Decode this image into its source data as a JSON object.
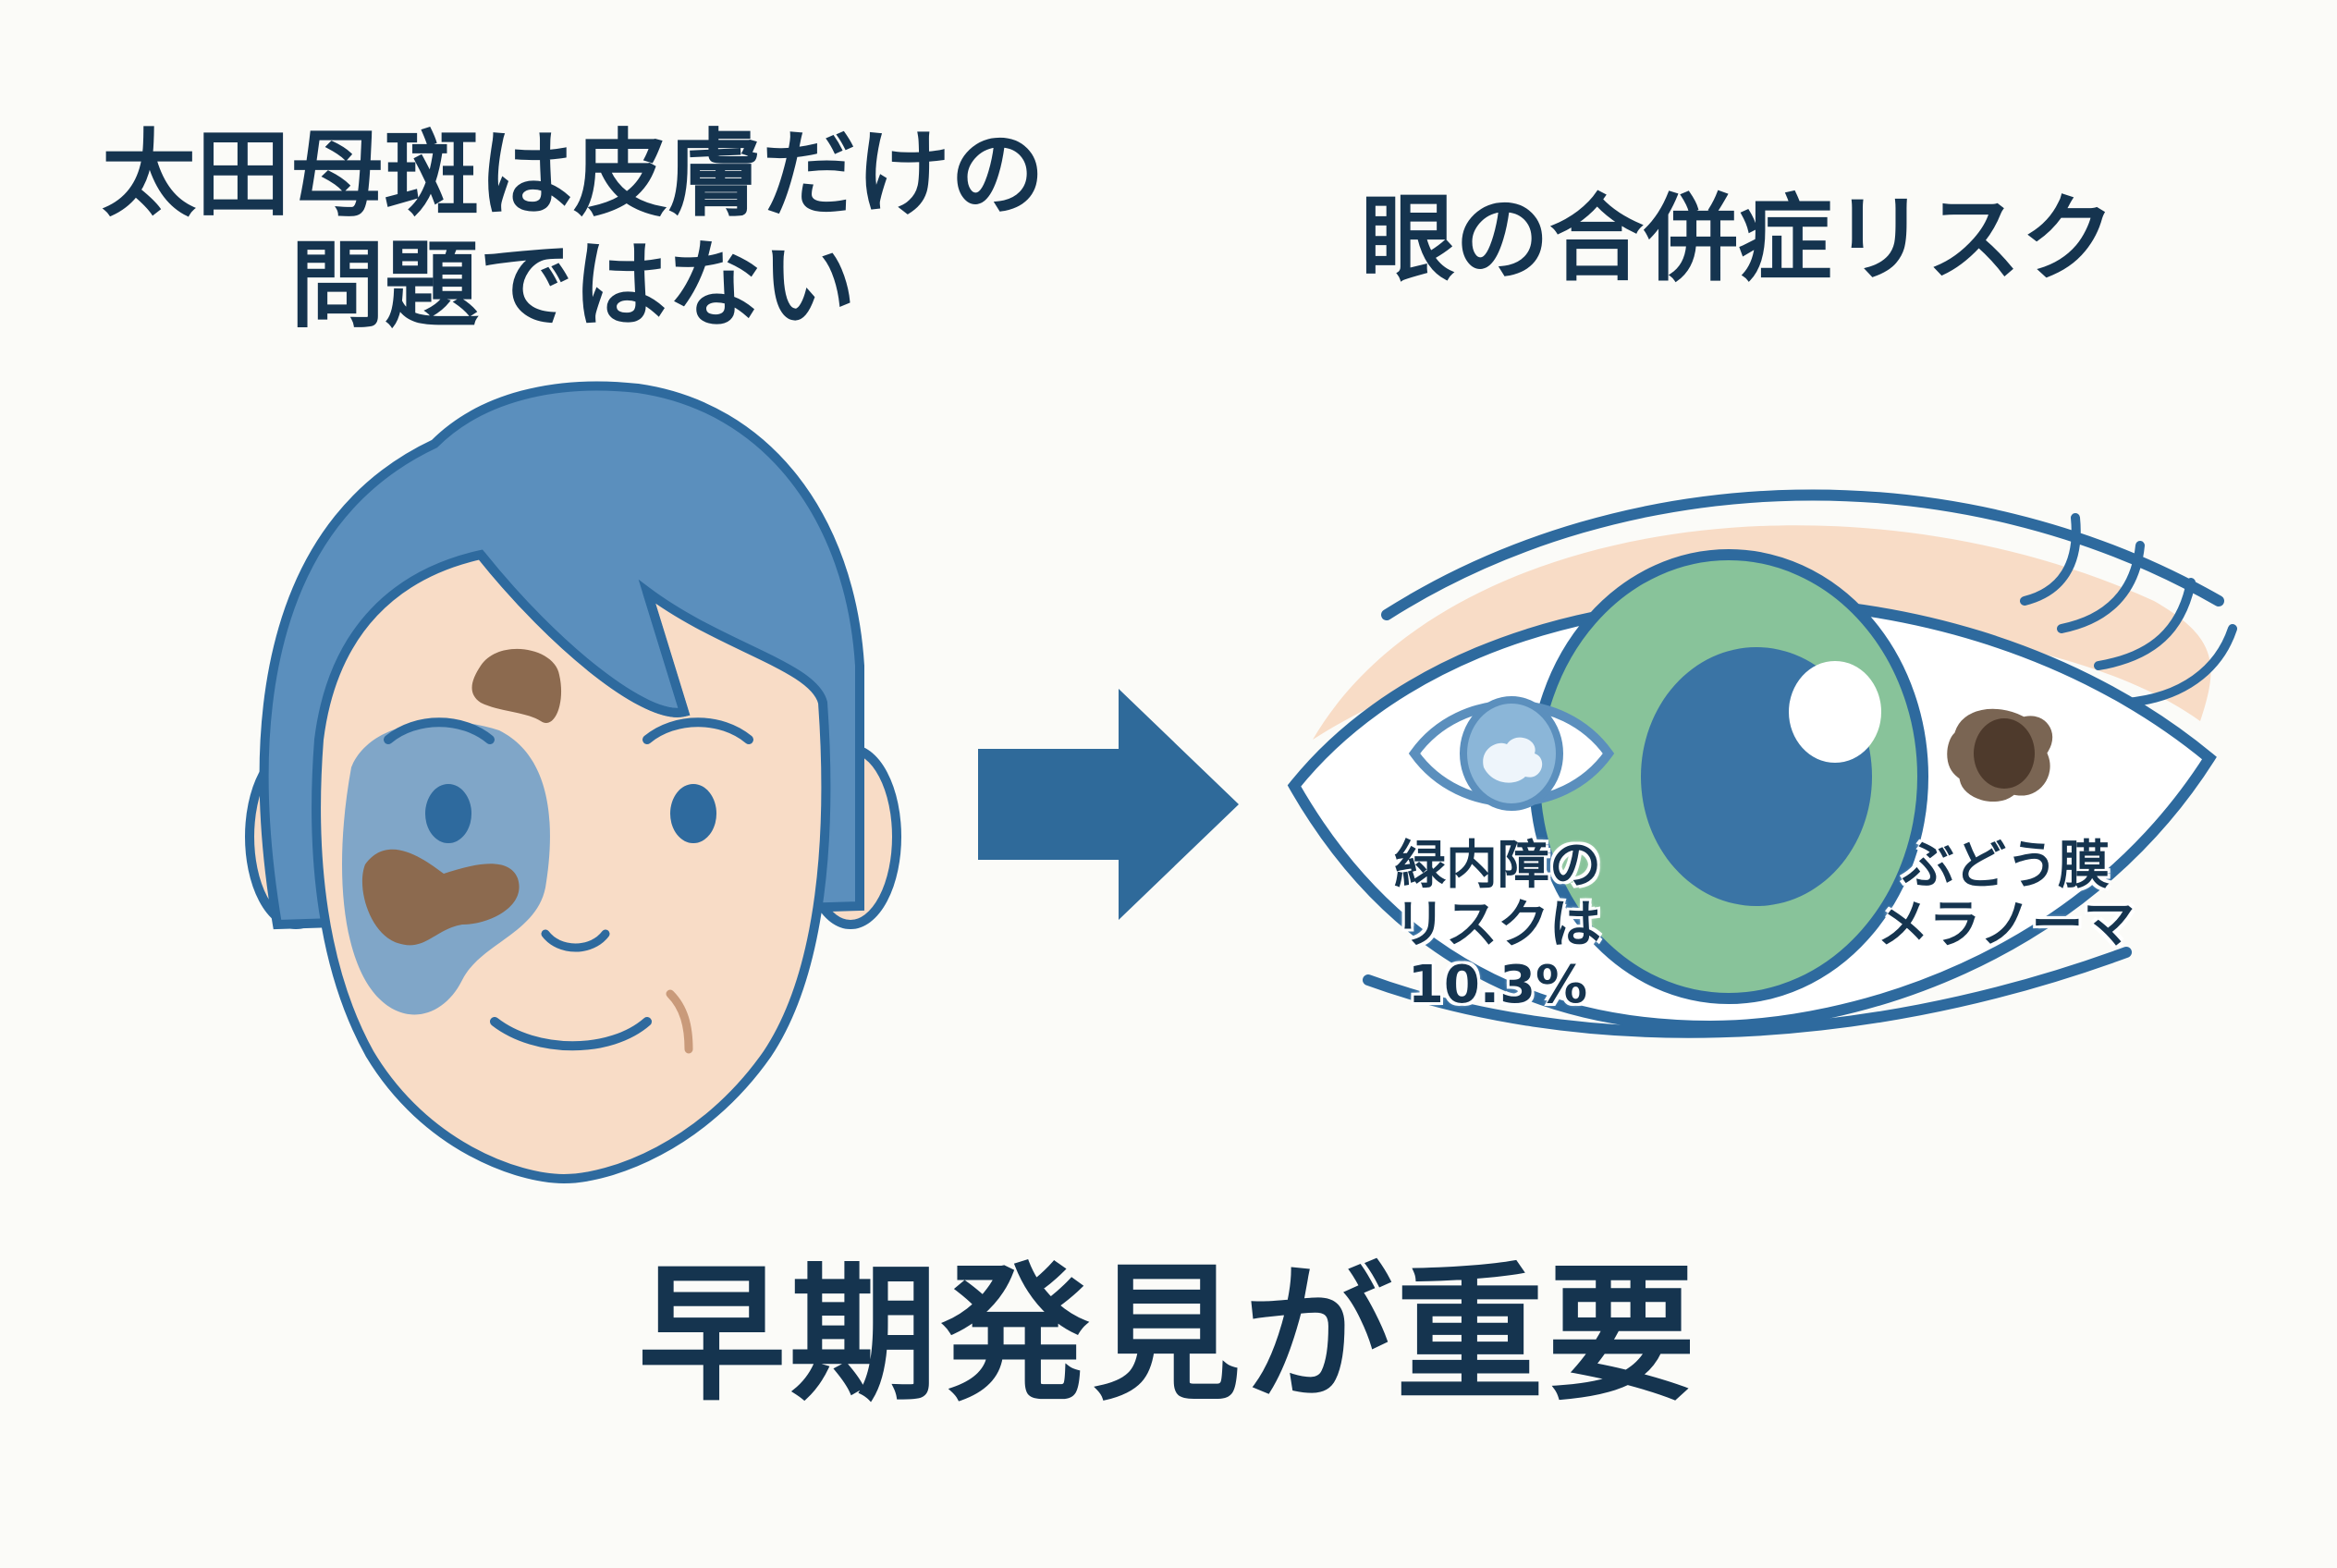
{
  "titles": {
    "left_line1": "太田母斑は皮膚だけの",
    "left_line2": "問題ではない",
    "right": "眼の合併症リスク"
  },
  "labels": {
    "glaucoma_line1": "緑内障の",
    "glaucoma_line2": "リスクは",
    "glaucoma_value": "10.3%",
    "melanoma_line1": "ぶどう膜",
    "melanoma_line2": "メラノーマ"
  },
  "bottom_message": "早期発見が重要",
  "icons": [
    "face-with-nevus-icon",
    "arrow-right-icon",
    "eye-icon",
    "glaucoma-eye-icon",
    "melanoma-spot-icon"
  ],
  "colors": {
    "text": "#15344f",
    "outline": "#2e6a9e",
    "hair": "#5b8fbd",
    "skin": "#f8dcc6",
    "nevus_blue": "#6b9cc8",
    "nevus_brown": "#8c6a4f",
    "iris": "#88c39a",
    "pupil": "#3a74a5",
    "arrow": "#2f6a9a"
  }
}
